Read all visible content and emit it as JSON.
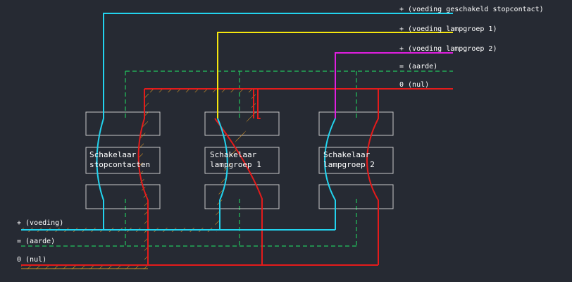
{
  "colors": {
    "background": "#262a33",
    "voeding": "#22d3ee",
    "lamp1": "#f5e60e",
    "lamp2": "#e01ee0",
    "aarde": "#22c55e",
    "nul": "#e41b1b",
    "bridge": "#d29224",
    "box": "#c8c8c8",
    "text": "#ffffff"
  },
  "labels_right": {
    "schakeld": "+ (voeding geschakeld stopcontact)",
    "lamp1": "+ (voeding lampgroep 1)",
    "lamp2": "+ (voeding lampgroep 2)",
    "aarde": "= (aarde)",
    "nul": "0 (nul)"
  },
  "labels_left": {
    "voeding": "+ (voeding)",
    "aarde": "= (aarde)",
    "nul": "0 (nul)"
  },
  "switches": [
    {
      "line1": "Schakelaar",
      "line2": "stopcontacten"
    },
    {
      "line1": "Schakelaar",
      "line2": "lampgroep 1"
    },
    {
      "line1": "Schakelaar",
      "line2": "lampgroep 2"
    }
  ]
}
